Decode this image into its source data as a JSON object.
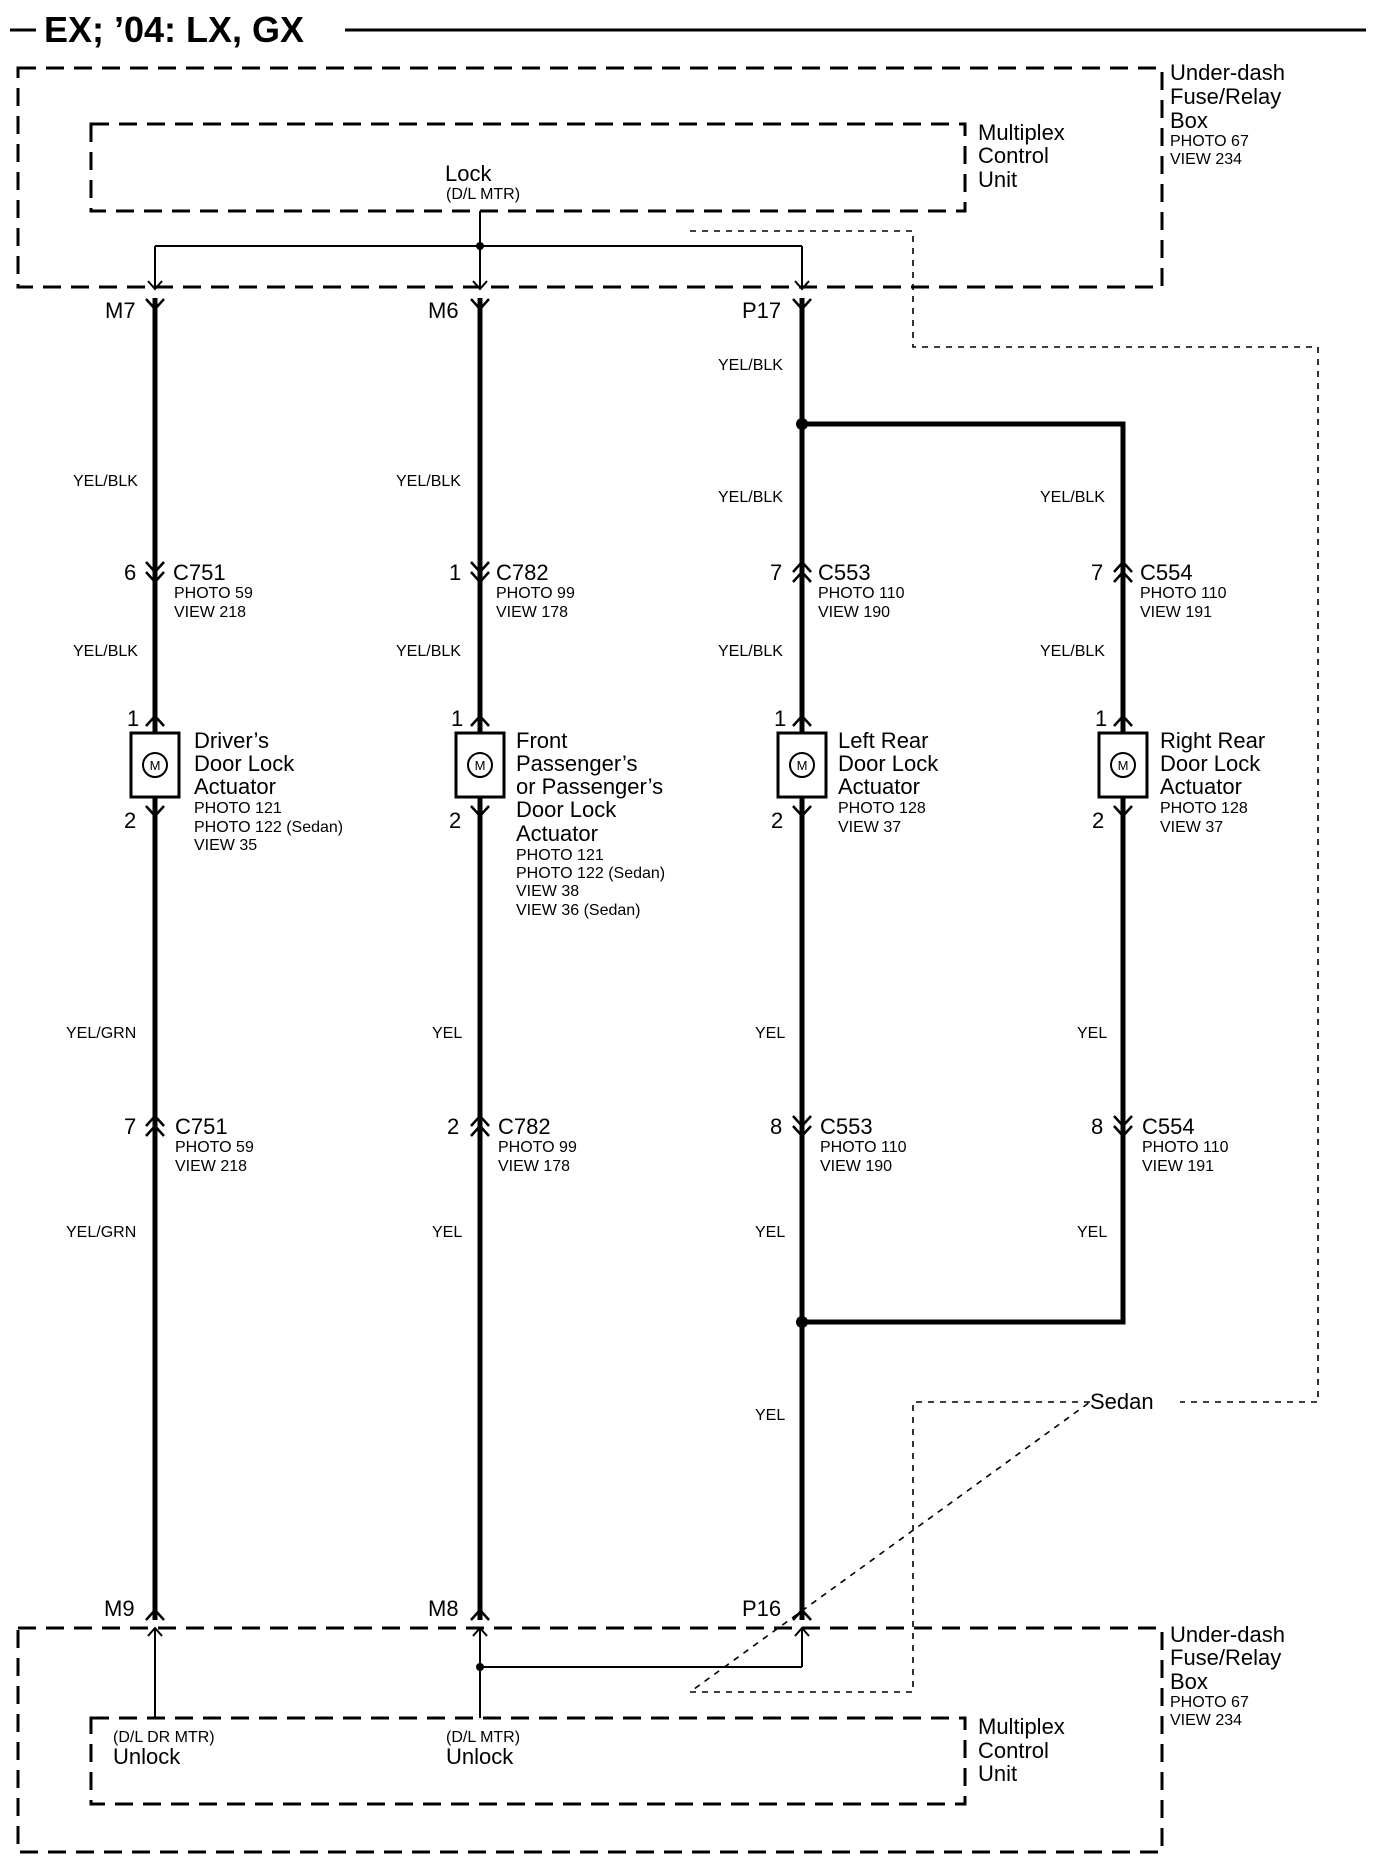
{
  "title": "EX; ’04: LX, GX",
  "top_box": {
    "label": [
      "Under-dash",
      "Fuse/Relay",
      "Box"
    ],
    "ref": [
      "PHOTO 67",
      "VIEW 234"
    ],
    "mcu_label": [
      "Multiplex",
      "Control",
      "Unit"
    ],
    "lock_label": "Lock",
    "lock_sub": "(D/L MTR)"
  },
  "bottom_box": {
    "label": [
      "Under-dash",
      "Fuse/Relay",
      "Box"
    ],
    "ref": [
      "PHOTO 67",
      "VIEW 234"
    ],
    "mcu_label": [
      "Multiplex",
      "Control",
      "Unit"
    ],
    "unlock1_sub": "(D/L DR MTR)",
    "unlock1_label": "Unlock",
    "unlock2_sub": "(D/L MTR)",
    "unlock2_label": "Unlock"
  },
  "sedan_label": "Sedan",
  "columns": [
    {
      "top_pin": "M7",
      "bottom_pin": "M9",
      "wire_top": "YEL/BLK",
      "wire_mid": "YEL/BLK",
      "wire_low": "YEL/GRN",
      "wire_bot": "YEL/GRN",
      "conn1_pin": "6",
      "conn1": "C751",
      "conn1_ref": [
        "PHOTO 59",
        "VIEW 218"
      ],
      "act_pin1": "1",
      "act_pin2": "2",
      "actuator": [
        "Driver’s",
        "Door Lock",
        "Actuator"
      ],
      "actuator_ref": [
        "PHOTO 121",
        "PHOTO 122 (Sedan)",
        "VIEW 35"
      ],
      "conn2_pin": "7",
      "conn2": "C751",
      "conn2_ref": [
        "PHOTO 59",
        "VIEW 218"
      ]
    },
    {
      "top_pin": "M6",
      "bottom_pin": "M8",
      "wire_top": "YEL/BLK",
      "wire_mid": "YEL/BLK",
      "wire_low": "YEL",
      "wire_bot": "YEL",
      "conn1_pin": "1",
      "conn1": "C782",
      "conn1_ref": [
        "PHOTO 99",
        "VIEW 178"
      ],
      "act_pin1": "1",
      "act_pin2": "2",
      "actuator": [
        "Front",
        "Passenger’s",
        "or Passenger’s",
        "Door Lock",
        "Actuator"
      ],
      "actuator_ref": [
        "PHOTO 121",
        "PHOTO 122 (Sedan)",
        "VIEW 38",
        "VIEW 36 (Sedan)"
      ],
      "conn2_pin": "2",
      "conn2": "C782",
      "conn2_ref": [
        "PHOTO 99",
        "VIEW 178"
      ]
    },
    {
      "top_pin": "P17",
      "bottom_pin": "P16",
      "wire_top": "YEL/BLK",
      "wire_split": "YEL/BLK",
      "wire_mid": "YEL/BLK",
      "wire_low": "YEL",
      "wire_bot": "YEL",
      "wire_join": "YEL",
      "conn1_pin": "7",
      "conn1": "C553",
      "conn1_ref": [
        "PHOTO 110",
        "VIEW 190"
      ],
      "act_pin1": "1",
      "act_pin2": "2",
      "actuator": [
        "Left Rear",
        "Door Lock",
        "Actuator"
      ],
      "actuator_ref": [
        "PHOTO 128",
        "VIEW 37"
      ],
      "conn2_pin": "8",
      "conn2": "C553",
      "conn2_ref": [
        "PHOTO 110",
        "VIEW 190"
      ]
    },
    {
      "wire_split": "YEL/BLK",
      "wire_mid": "YEL/BLK",
      "wire_low": "YEL",
      "wire_bot": "YEL",
      "conn1_pin": "7",
      "conn1": "C554",
      "conn1_ref": [
        "PHOTO 110",
        "VIEW 191"
      ],
      "act_pin1": "1",
      "act_pin2": "2",
      "actuator": [
        "Right Rear",
        "Door Lock",
        "Actuator"
      ],
      "actuator_ref": [
        "PHOTO 128",
        "VIEW 37"
      ],
      "conn2_pin": "8",
      "conn2": "C554",
      "conn2_ref": [
        "PHOTO 110",
        "VIEW 191"
      ]
    }
  ],
  "motor_symbol": "M"
}
